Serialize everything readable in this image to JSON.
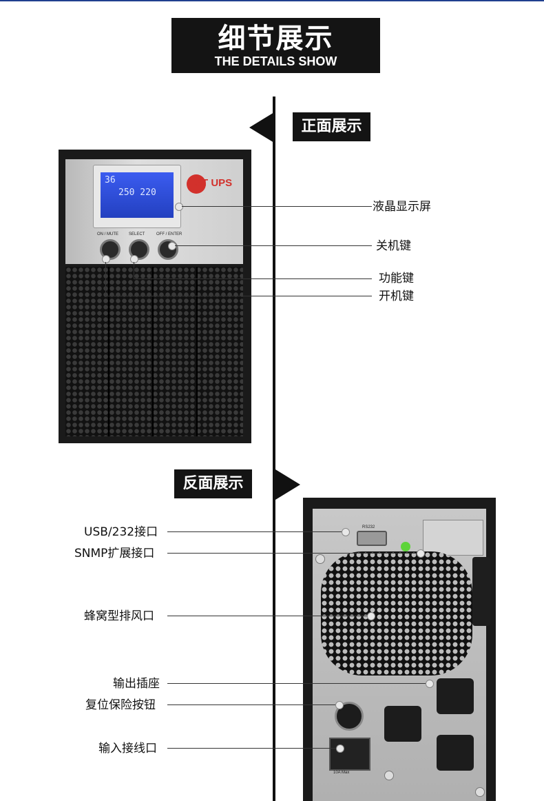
{
  "header": {
    "title_cn": "细节展示",
    "title_en": "THE DETAILS SHOW"
  },
  "front": {
    "section_label": "正面展示",
    "callouts": [
      "液晶显示屏",
      "关机键",
      "功能键",
      "开机键"
    ],
    "lcd": {
      "line1": "36",
      "line2": "250  220"
    },
    "brand": "ST UPS",
    "buttons": [
      "ON / MUTE",
      "SELECT",
      "OFF / ENTER"
    ]
  },
  "rear": {
    "section_label": "反面展示",
    "callouts": [
      "USB/232接口",
      "SNMP扩展接口",
      "蜂窝型排风口",
      "输出插座",
      "复位保险按钮",
      "输入接线口"
    ],
    "port_label": "RS232",
    "inlet_label": "10A Max"
  },
  "colors": {
    "title_bg": "#141414",
    "brand_red": "#d2312c",
    "lcd_blue": "#2d4fd8",
    "top_line": "#1f3f8f"
  }
}
